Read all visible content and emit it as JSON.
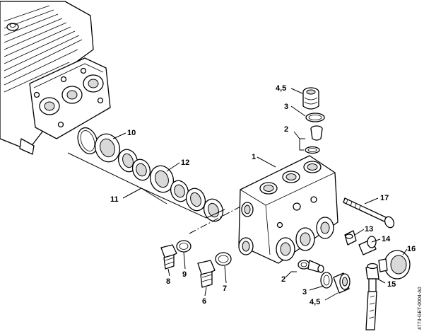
{
  "callouts": {
    "c1": "1",
    "c2_top": "2",
    "c3_top": "3",
    "c45_top": "4,5",
    "c6": "6",
    "c7": "7",
    "c8": "8",
    "c9": "9",
    "c10": "10",
    "c11": "11",
    "c12": "12",
    "c13": "13",
    "c14": "14",
    "c15": "15",
    "c16": "16",
    "c17": "17",
    "c2_bottom": "2",
    "c3_bottom": "3",
    "c45_bottom": "4,5"
  },
  "drawing_code": "4773-GET-0004-A0"
}
